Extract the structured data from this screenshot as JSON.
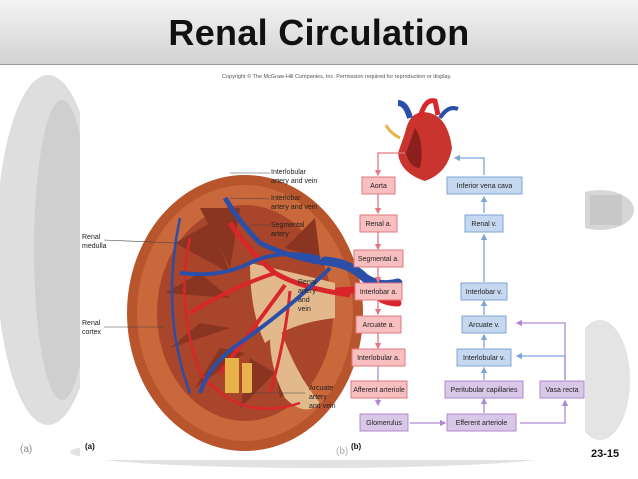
{
  "slide": {
    "title": "Renal Circulation",
    "number": "23-15",
    "figure_label_a_outer": "(a)",
    "figure_label_b_outer": "(b)"
  },
  "figure": {
    "copyright": "Copyright © The McGraw-Hill Companies, Inc. Permission required for reproduction or display.",
    "panel_a_letter": "(a)",
    "panel_b_letter": "(b)",
    "labels": {
      "interlobular": [
        "Interlobular",
        "artery and vein"
      ],
      "interlobar": [
        "Interlobar",
        "artery and vein"
      ],
      "segmental": [
        "Segmental",
        "artery"
      ],
      "renal_medulla": [
        "Renal",
        "medulla"
      ],
      "renal_artery_vein": [
        "Renal",
        "artery",
        "and",
        "vein"
      ],
      "renal_cortex": [
        "Renal",
        "cortex"
      ],
      "arcuate": [
        "Arcuate",
        "artery",
        "and vein"
      ]
    }
  },
  "flowchart": {
    "arterial": [
      "Aorta",
      "Renal a.",
      "Segmental a.",
      "Interlobar a.",
      "Arcuate a.",
      "Interlobular a.",
      "Afferent arteriole"
    ],
    "venous": [
      "Inferior vena cava",
      "Renal v.",
      "Interlobar v.",
      "Arcuate v.",
      "Interlobular v."
    ],
    "capillary": [
      "Glomerulus",
      "Efferent arteriole",
      "Peritubular capillaries",
      "Vasa recta"
    ]
  },
  "colors": {
    "arterial_fill": "#f7bfc0",
    "arterial_line": "#e07a80",
    "venous_fill": "#c5d8ef",
    "venous_line": "#7ea5d6",
    "capillary_fill": "#d9c7e8",
    "capillary_line": "#b08ad0"
  }
}
